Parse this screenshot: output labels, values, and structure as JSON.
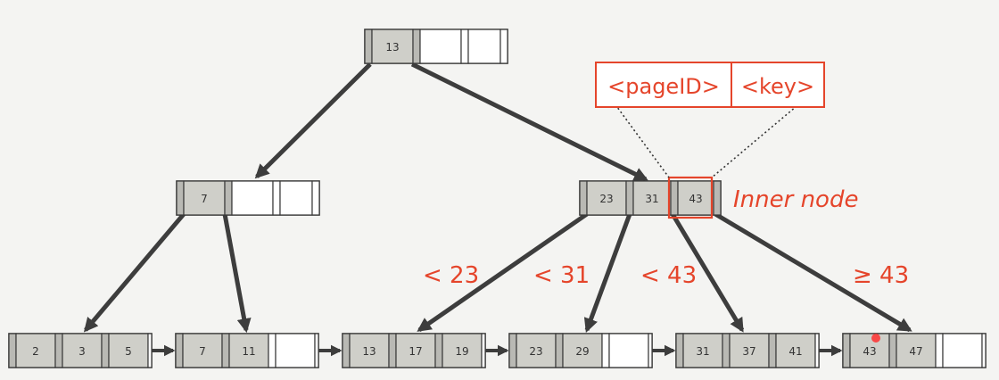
{
  "tree": {
    "root": {
      "keys": [
        "13",
        ""
      ]
    },
    "inner_left": {
      "keys": [
        "7",
        ""
      ]
    },
    "inner_right": {
      "keys": [
        "23",
        "31",
        "43"
      ]
    },
    "leaves": [
      {
        "keys": [
          "2",
          "3",
          "5"
        ]
      },
      {
        "keys": [
          "7",
          "11",
          ""
        ]
      },
      {
        "keys": [
          "13",
          "17",
          "19"
        ]
      },
      {
        "keys": [
          "23",
          "29",
          ""
        ]
      },
      {
        "keys": [
          "31",
          "37",
          "41"
        ]
      },
      {
        "keys": [
          "43",
          "47",
          ""
        ]
      }
    ]
  },
  "annotations": {
    "pageid_label": "<pageID>",
    "key_label": "<key>",
    "inner_node_label": "Inner node",
    "range_labels": [
      "< 23",
      "< 31",
      "< 43",
      "≥ 43"
    ]
  },
  "colors": {
    "accent_red": "#e5452b",
    "arrow_dark": "#3d3d3d",
    "cell_gray": "#cfcfc9",
    "background": "#f4f4f2"
  }
}
